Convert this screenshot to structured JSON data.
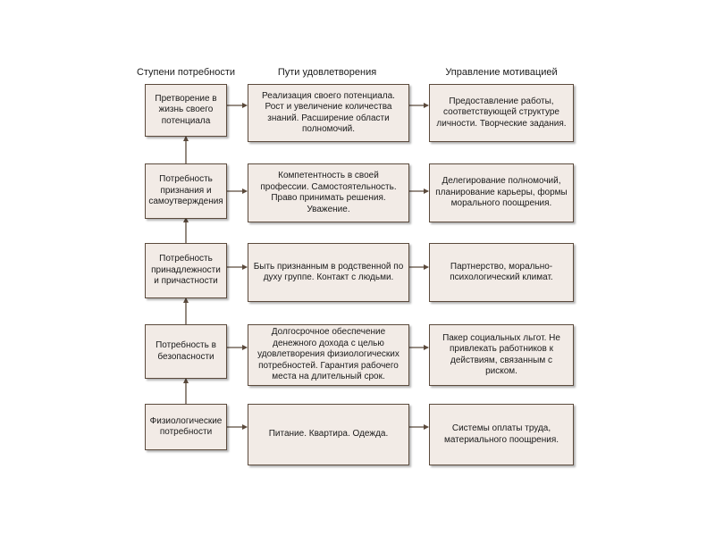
{
  "headers": {
    "col1": "Ступени потребности",
    "col2": "Пути удовлетворения",
    "col3": "Управление мотивацией"
  },
  "rows": [
    {
      "need": "Претворение в жизнь своего потенциала",
      "ways": "Реализация своего потенциала. Рост и увеличение количества знаний. Расширение области полномочий.",
      "management": "Предоставление работы, соответствующей структуре личности. Творческие задания."
    },
    {
      "need": "Потребность признания и самоутверждения",
      "ways": "Компетентность в своей профессии. Самостоятельность. Право принимать решения. Уважение.",
      "management": "Делегирование полномочий, планирование карьеры, формы морального поощрения."
    },
    {
      "need": "Потребность принадлежности и причастности",
      "ways": "Быть признанным в родственной по духу группе. Контакт с людьми.",
      "management": "Партнерство, морально-психологический климат."
    },
    {
      "need": "Потребность в безопасности",
      "ways": "Долгосрочное обеспечение денежного дохода с целью удовлетворения физиологических потребностей. Гарантия рабочего места на длительный срок.",
      "management": "Пакер социальных льгот. Не привлекать работников к действиям, связанным с риском."
    },
    {
      "need": "Физиологические потребности",
      "ways": "Питание. Квартира. Одежда.",
      "management": "Системы оплаты труда, материального поощрения."
    }
  ],
  "colors": {
    "box_fill": "#f2ebe6",
    "box_border": "#5b4a3c",
    "connector": "#5b4a3c"
  }
}
